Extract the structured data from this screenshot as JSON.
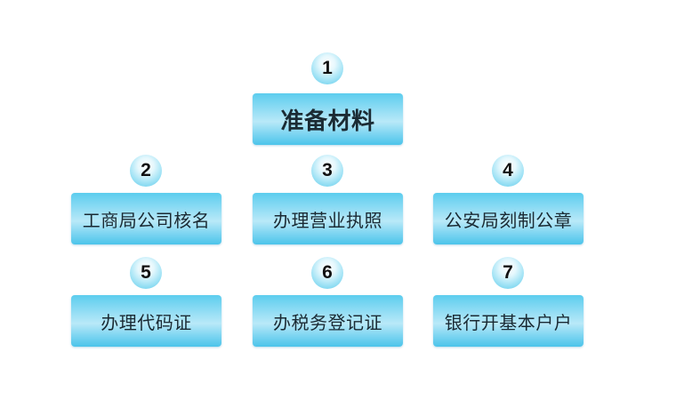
{
  "diagram": {
    "type": "process-flow",
    "colors": {
      "box_top": "#5ccdee",
      "box_mid": "#b9e9f8",
      "circle_edge": "#5ccaea",
      "text": "#1a2a33"
    },
    "steps": [
      {
        "number": "1",
        "label": "准备材料"
      },
      {
        "number": "2",
        "label": "工商局公司核名"
      },
      {
        "number": "3",
        "label": "办理营业执照"
      },
      {
        "number": "4",
        "label": "公安局刻制公章"
      },
      {
        "number": "5",
        "label": "办理代码证"
      },
      {
        "number": "6",
        "label": "办税务登记证"
      },
      {
        "number": "7",
        "label": "银行开基本户户"
      }
    ]
  }
}
